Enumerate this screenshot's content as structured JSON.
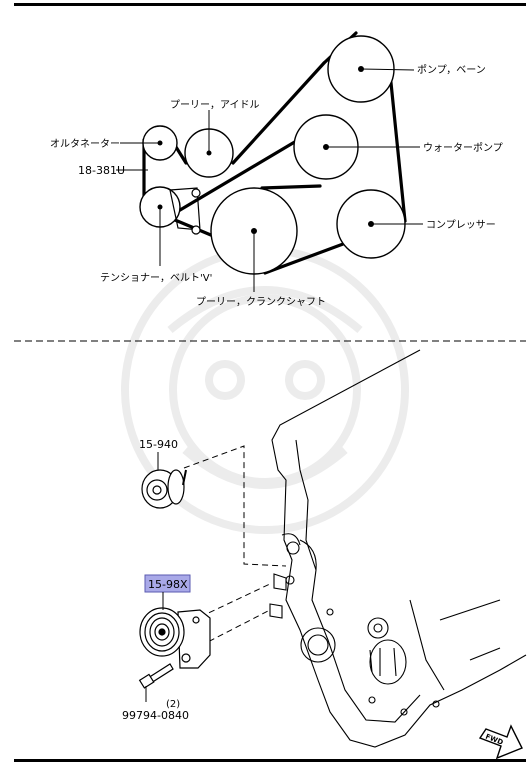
{
  "belt_diagram": {
    "labels": {
      "power_steering_pump": "ポンプ，ベーン",
      "idler_pulley": "プーリー，アイドル",
      "alternator": "オルタネーター",
      "water_pump": "ウォーターポンプ",
      "belt_part_number": "18-381U",
      "compressor": "コンプレッサー",
      "tensioner": "テンショナー，ベルト'V'",
      "crank_pulley": "プーリー，クランクシャフト"
    }
  },
  "exploded_view": {
    "labels": {
      "idler_part": "15-940",
      "tensioner_part": "15-98X",
      "bolt_part": "99794-0840",
      "bolt_quantity": "(2)",
      "front_indicator": "FWD"
    },
    "highlight_color": "#a9a9e8"
  }
}
